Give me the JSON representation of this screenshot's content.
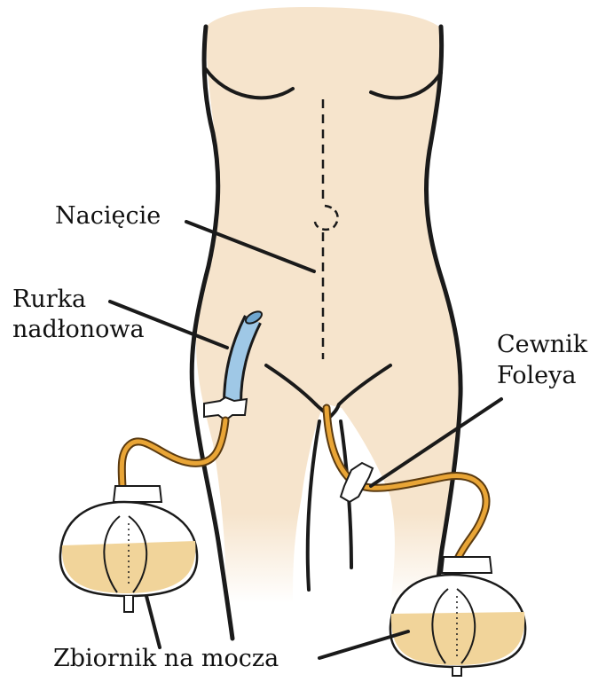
{
  "labels": {
    "incision": "Nacięcie",
    "suprapubic_line1": "Rurka",
    "suprapubic_line2": "nadłonowa",
    "foley_line1": "Cewnik",
    "foley_line2": "Foleya",
    "bags": "Zbiornik na mocza"
  },
  "colors": {
    "skin": "#f8e8d2",
    "outline": "#1a1a1a",
    "tube": "#e9a536",
    "suprapubic_tube": "#9fc8e6",
    "urine": "#f1d49a",
    "bag": "#ffffff"
  }
}
